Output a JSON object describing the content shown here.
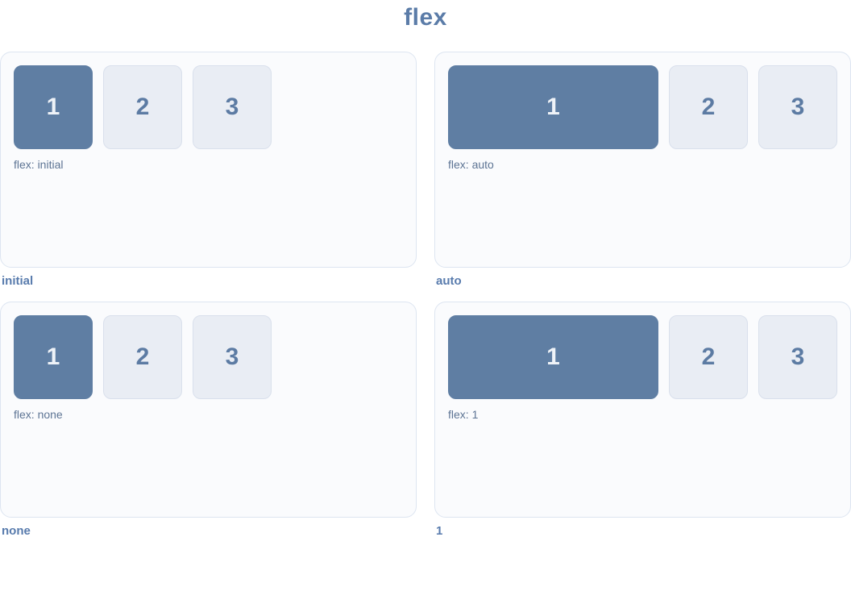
{
  "page": {
    "title": "flex"
  },
  "colors": {
    "heading": "#5b7ca8",
    "accent_box": "#5f7ea3",
    "muted_box": "#e9edf4",
    "muted_box_border": "#d9e0ec",
    "card_background": "#fafbfd",
    "card_border": "#dde5f1",
    "label_text": "#587bad",
    "caption_text": "#5d7494"
  },
  "box_labels": [
    "1",
    "2",
    "3"
  ],
  "panels": [
    {
      "value": "initial",
      "caption": "flex: initial",
      "label": "initial"
    },
    {
      "value": "auto",
      "caption": "flex: auto",
      "label": "auto"
    },
    {
      "value": "none",
      "caption": "flex: none",
      "label": "none"
    },
    {
      "value": "1",
      "caption": "flex: 1",
      "label": "1"
    }
  ]
}
